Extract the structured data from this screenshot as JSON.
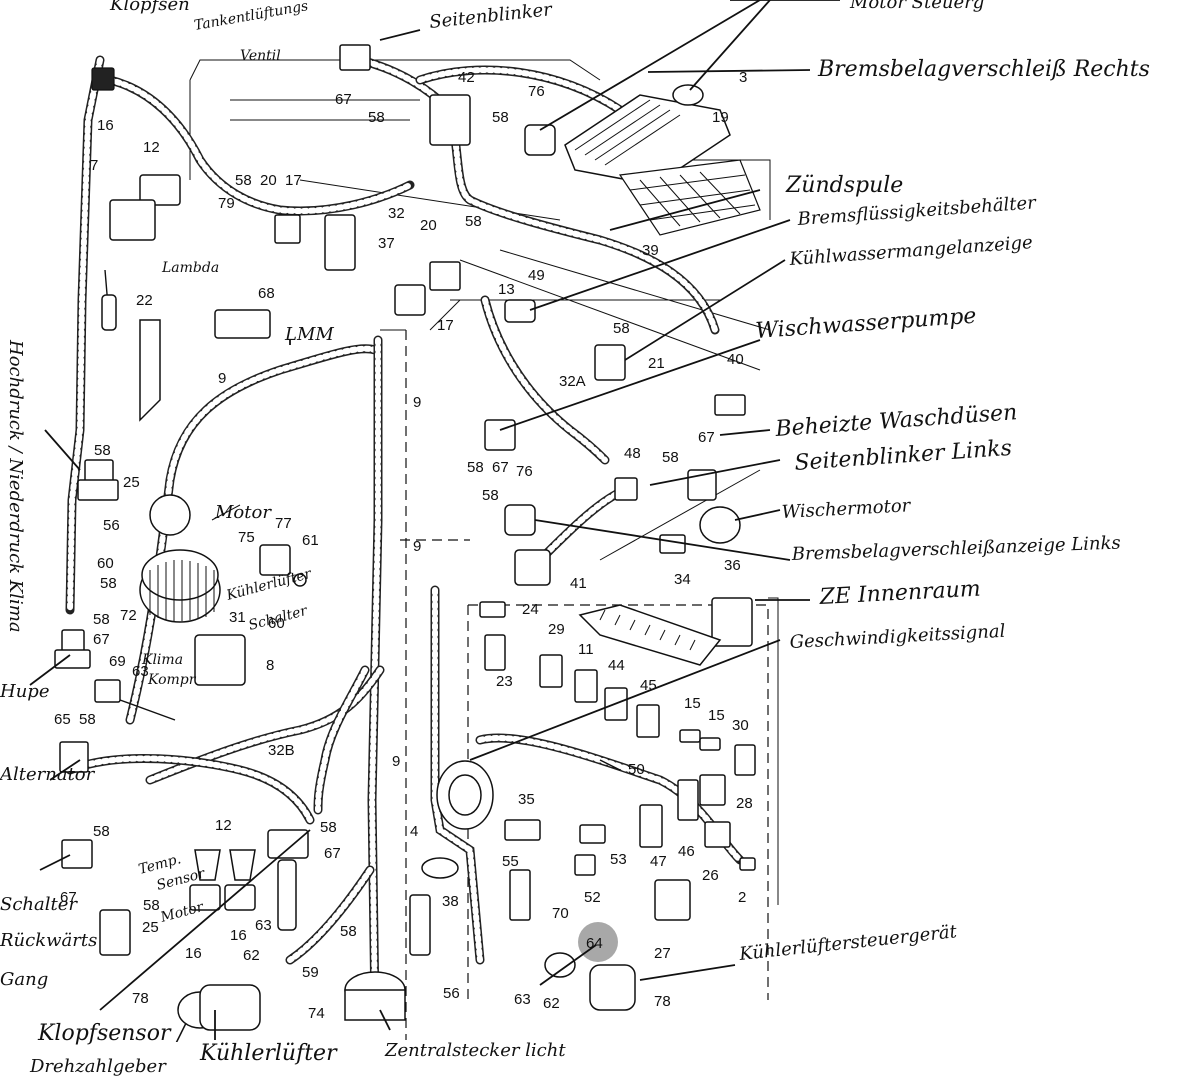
{
  "numbers": [
    "16",
    "12",
    "7",
    "58",
    "20",
    "17",
    "79",
    "22",
    "68",
    "9",
    "56",
    "60",
    "58",
    "72",
    "75",
    "77",
    "61",
    "25",
    "58",
    "67",
    "69",
    "63",
    "65",
    "58",
    "31",
    "8",
    "32B",
    "58",
    "67",
    "12",
    "58",
    "25",
    "16",
    "16",
    "62",
    "63",
    "58",
    "59",
    "74",
    "78",
    "67",
    "58",
    "42",
    "76",
    "58",
    "3",
    "19",
    "32",
    "20",
    "58",
    "37",
    "39",
    "17",
    "13",
    "49",
    "58",
    "21",
    "32A",
    "40",
    "9",
    "9",
    "58",
    "67",
    "76",
    "48",
    "58",
    "67",
    "58",
    "41",
    "34",
    "36",
    "24",
    "29",
    "11",
    "44",
    "45",
    "15",
    "15",
    "30",
    "23",
    "50",
    "28",
    "35",
    "55",
    "53",
    "47",
    "46",
    "26",
    "52",
    "4",
    "38",
    "70",
    "27",
    "2",
    "64",
    "56",
    "63",
    "62",
    "78",
    "67",
    "58",
    "58",
    "60",
    "9"
  ],
  "labels": {
    "top_left_partial": "Klopfsen",
    "tank": "Tankentlüftungs",
    "tank_valve": "Ventil",
    "side_top": "Seitenblinker",
    "motor_top": "Motor Steuerg",
    "brake_right": "Bremsbelagverschleiß  Rechts",
    "ignition": "Zündspule",
    "brake_fluid": "Bremsflüssigkeitsbehälter",
    "coolant_low": "Kühlwassermangelanzeige",
    "washer_pump": "Wischwasserpumpe",
    "lambda": "Lambda",
    "lmm": "LMM",
    "heated_nozzles": "Beheizte Waschdüsen",
    "side_left": "Seitenblinker Links",
    "wiper": "Wischermotor",
    "brake_left": "Bremsbelagverschleißanzeige  Links",
    "ze": "ZE  Innenraum",
    "speed": "Geschwindigkeitssignal",
    "pressure": "Hochdruck / Niederdruck  Klima",
    "motor_blower": "Motor",
    "coolant_switch": "Kühlerlüfter",
    "coolant_switch2": "Schalter",
    "horn": "Hupe",
    "klima": "Klima",
    "klima2": "Kompr",
    "alternator": "Alternator",
    "reverse_switch": "Schalter",
    "reverse_switch2": "Rückwärts",
    "reverse_switch3": "Gang",
    "temp_sensor": "Temp.",
    "temp_sensor2": "Sensor",
    "temp_sensor3": "Motor",
    "knock": "Klopfsensor /",
    "knock2": "Drehzahlgeber",
    "fan": "Kühlerlüfter",
    "central_plug": "Zentralstecker  licht",
    "fan_ctrl": "Kühlerlüftersteuergerät"
  }
}
